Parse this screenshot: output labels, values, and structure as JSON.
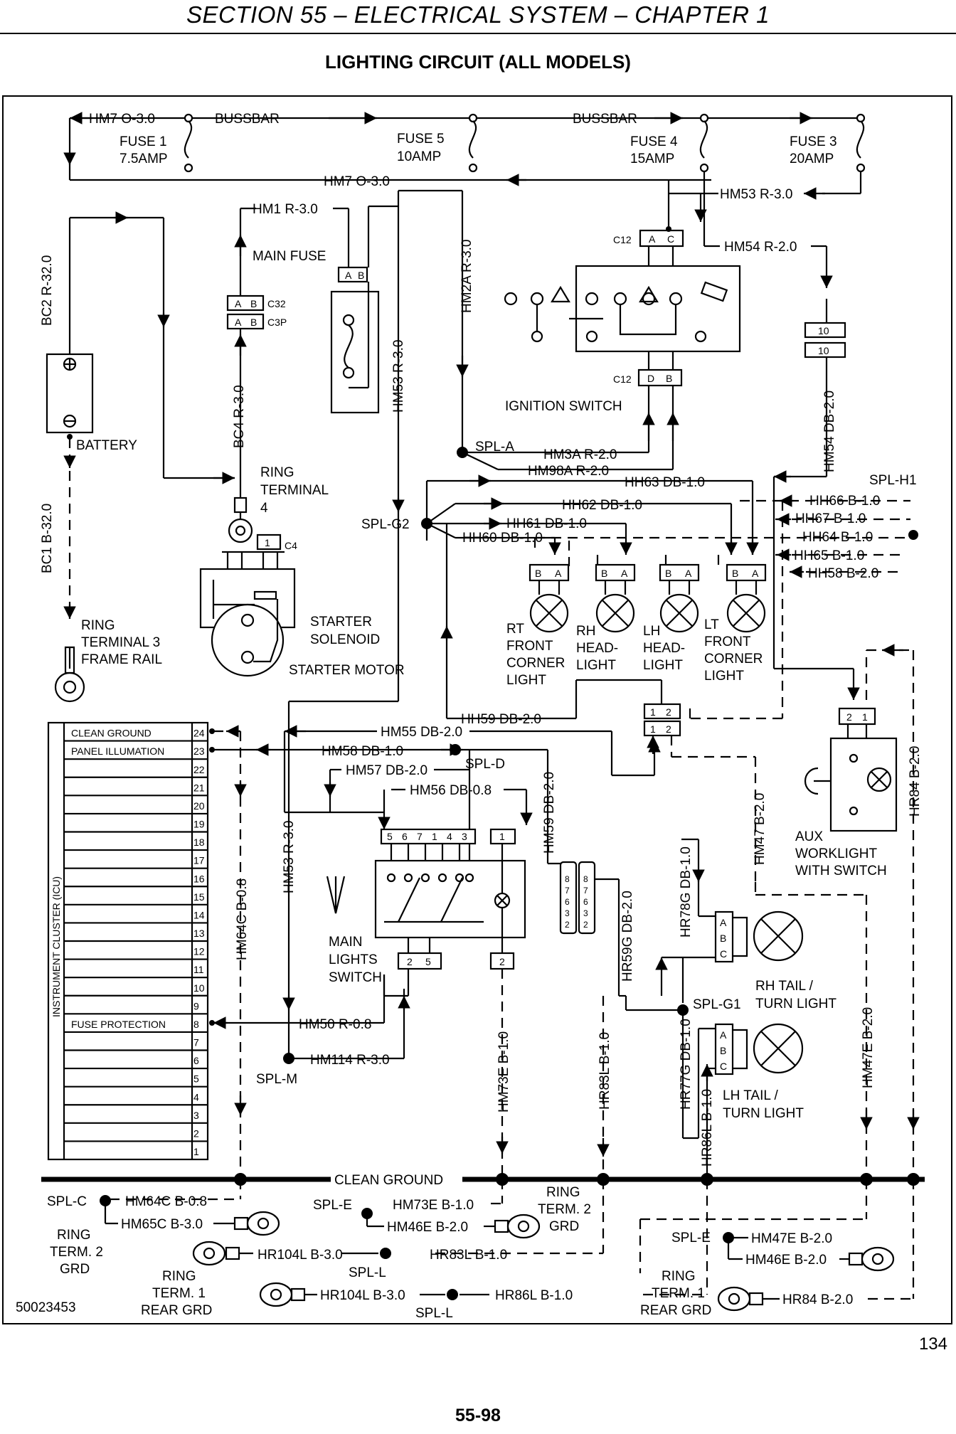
{
  "header": {
    "section": "SECTION 55 – ELECTRICAL SYSTEM – CHAPTER 1",
    "title": "LIGHTING CIRCUIT (ALL MODELS)"
  },
  "fuses": [
    {
      "name": "FUSE 1",
      "rating": "7.5AMP"
    },
    {
      "name": "FUSE 5",
      "rating": "10AMP"
    },
    {
      "name": "FUSE 4",
      "rating": "15AMP"
    },
    {
      "name": "FUSE 3",
      "rating": "20AMP"
    }
  ],
  "busbar": {
    "label": "BUSSBAR"
  },
  "wires": {
    "hm7_top": "HM7 O-3.0",
    "hm7_mid": "HM7 O-3.0",
    "hm53_top": "HM53 R-3.0",
    "hm54": "HM54 R-2.0",
    "hm1": "HM1 R-3.0",
    "hm2a": "HM2A R-3.0",
    "hm53_v": "HM53 R-3.0",
    "bc2": "BC2 R-32.0",
    "bc4": "BC4 R-3.0",
    "bc1": "BC1 B-32.0",
    "hm54_v": "HM54 DB-2.0",
    "hm3a": "HM3A R-2.0",
    "hm98a": "HM98A R-2.0",
    "hh63": "HH63 DB-1.0",
    "hh62": "HH62 DB-1.0",
    "hh61": "HH61 DB-1.0",
    "hh60": "HH60 DB-1.0",
    "hh66": "HH66 B-1.0",
    "hh67": "HH67 B-1.0",
    "hh64": "HH64 B-1.0",
    "hh65": "HH65 B-1.0",
    "hh58": "HH58 B-2.0",
    "hh59": "HH59 DB-2.0",
    "hm55": "HM55 DB-2.0",
    "hm58": "HM58 DB-1.0",
    "hm57": "HM57 DB-2.0",
    "hm56": "HM56 DB-0.8",
    "hm59": "HM59 DB-2.0",
    "hm53_low": "HM53 R-3.0",
    "hm64c_v": "HM64C B-0.8",
    "hm50": "HM50 R-0.8",
    "hm114": "HM114 R-3.0",
    "hm47": "HM47 B-2.0",
    "hr84_v": "HR84 B-2.0",
    "hr78g": "HR78G DB-1.0",
    "hr59g": "HR59G DB-2.0",
    "hr77g": "HR77G DB-1.0",
    "hr86l_v": "HR86L B-1.0",
    "hm73e_v": "HM73E B-1.0",
    "hr83l_v": "HR83L B-1.0",
    "hm47e_v": "HM47E B-2.0",
    "hm64c_b": "HM64C B-0.8",
    "hm65c": "HM65C B-3.0",
    "hm73e_b": "HM73E B-1.0",
    "hm46e_a": "HM46E B-2.0",
    "hm47e_b": "HM47E B-2.0",
    "hm46e_b": "HM46E B-2.0",
    "hr104l_a": "HR104L B-3.0",
    "hr83l_b": "HR83L B-1.0",
    "hr104l_b": "HR104L B-3.0",
    "hr86l_b": "HR86L B-1.0",
    "hr84_b": "HR84 B-2.0"
  },
  "splices": {
    "spl_a": "SPL-A",
    "spl_g2": "SPL-G2",
    "spl_h1": "SPL-H1",
    "spl_d": "SPL-D",
    "spl_g1": "SPL-G1",
    "spl_m": "SPL-M",
    "spl_c": "SPL-C",
    "spl_e1": "SPL-E",
    "spl_e2": "SPL-E",
    "spl_l1": "SPL-L",
    "spl_l2": "SPL-L"
  },
  "components": {
    "main_fuse": "MAIN FUSE",
    "c32": "C32",
    "c3p": "C3P",
    "battery": "BATTERY",
    "ring_term4": [
      "RING",
      "TERMINAL",
      "4"
    ],
    "c4": "C4",
    "starter_solenoid": [
      "STARTER",
      "SOLENOID"
    ],
    "starter_motor": "STARTER MOTOR",
    "ring_term3": [
      "RING",
      "TERMINAL 3",
      "FRAME RAIL"
    ],
    "ignition_switch": "IGNITION SWITCH",
    "c12_top": "C12",
    "c12_bot": "C12",
    "ign_pins_top": [
      "A",
      "C"
    ],
    "ign_pins_bot": [
      "D",
      "B"
    ],
    "conn10": [
      "10",
      "10"
    ],
    "rt_front_corner": [
      "RT",
      "FRONT",
      "CORNER",
      "LIGHT"
    ],
    "rh_headlight": [
      "RH",
      "HEAD-",
      "LIGHT"
    ],
    "lh_headlight": [
      "LH",
      "HEAD-",
      "LIGHT"
    ],
    "lt_front_corner": [
      "LT",
      "FRONT",
      "CORNER",
      "LIGHT"
    ],
    "aux_worklight": [
      "AUX",
      "WORKLIGHT",
      "WITH SWITCH"
    ],
    "main_lights_switch": [
      "MAIN",
      "LIGHTS",
      "SWITCH"
    ],
    "rh_tail": [
      "RH TAIL /",
      "TURN LIGHT"
    ],
    "lh_tail": [
      "LH TAIL /",
      "TURN LIGHT"
    ],
    "clean_ground": "CLEAN GROUND",
    "ring_term2_a": [
      "RING",
      "TERM. 2",
      "GRD"
    ],
    "ring_term2_b": [
      "RING",
      "TERM. 2",
      "GRD"
    ],
    "ring_term1_a": [
      "RING",
      "TERM. 1",
      "REAR GRD"
    ],
    "ring_term1_b": [
      "RING",
      "TERM. 1",
      "REAR GRD"
    ]
  },
  "icu": {
    "vertical_label": "INSTRUMENT CLUSTER (ICU)",
    "rows": [
      {
        "pin": "24",
        "label": "CLEAN GROUND"
      },
      {
        "pin": "23",
        "label": "PANEL ILLUMATION"
      },
      {
        "pin": "22",
        "label": ""
      },
      {
        "pin": "21",
        "label": ""
      },
      {
        "pin": "20",
        "label": ""
      },
      {
        "pin": "19",
        "label": ""
      },
      {
        "pin": "18",
        "label": ""
      },
      {
        "pin": "17",
        "label": ""
      },
      {
        "pin": "16",
        "label": ""
      },
      {
        "pin": "15",
        "label": ""
      },
      {
        "pin": "14",
        "label": ""
      },
      {
        "pin": "13",
        "label": ""
      },
      {
        "pin": "12",
        "label": ""
      },
      {
        "pin": "11",
        "label": ""
      },
      {
        "pin": "10",
        "label": ""
      },
      {
        "pin": "9",
        "label": ""
      },
      {
        "pin": "8",
        "label": "FUSE PROTECTION"
      },
      {
        "pin": "7",
        "label": ""
      },
      {
        "pin": "6",
        "label": ""
      },
      {
        "pin": "5",
        "label": ""
      },
      {
        "pin": "4",
        "label": ""
      },
      {
        "pin": "3",
        "label": ""
      },
      {
        "pin": "2",
        "label": ""
      },
      {
        "pin": "1",
        "label": ""
      }
    ]
  },
  "connector_pins": {
    "lamp_pins": [
      "B",
      "A"
    ],
    "c32_pins": [
      "A",
      "B"
    ],
    "c3p_pins": [
      "A",
      "B"
    ],
    "mainfuse_pins": [
      "A",
      "B"
    ],
    "switch_pins_top": [
      "5",
      "6",
      "7",
      "1",
      "4",
      "3"
    ],
    "switch_pin_right": "1",
    "switch_pins_bot": [
      "2",
      "5"
    ],
    "switch_pin_bot_right": "2",
    "aux_pins": [
      "2",
      "1"
    ],
    "mid_conn_pins": [
      "1",
      "2",
      "1",
      "2"
    ],
    "tail_pins": [
      "A",
      "B",
      "C"
    ],
    "conn8": [
      "8",
      "7",
      "6",
      "3",
      "2"
    ],
    "c4_pin": "1"
  },
  "doc_id": "50023453",
  "page_number": "134",
  "folio": "55-98"
}
